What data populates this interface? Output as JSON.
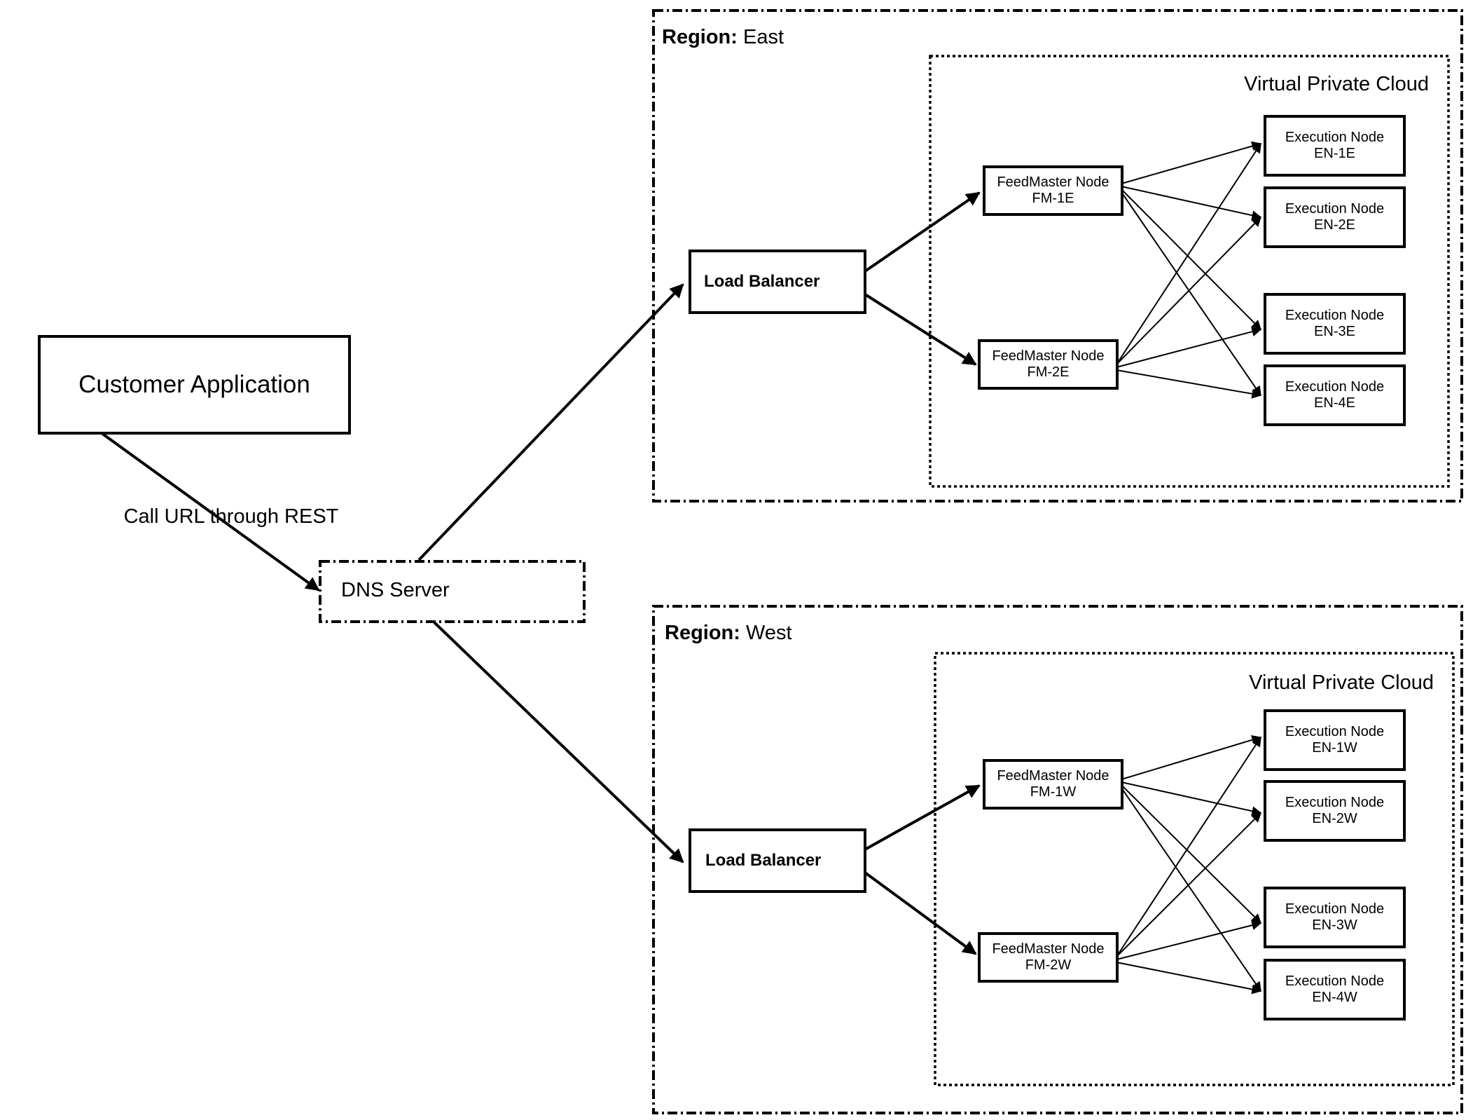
{
  "customer_app": {
    "label": "Customer Application"
  },
  "edge_label": "Call URL through REST",
  "dns": {
    "label": "DNS Server"
  },
  "regions": [
    {
      "label_bold": "Region:",
      "label_name": "East",
      "vpc_label": "Virtual Private Cloud",
      "load_balancer": "Load Balancer",
      "feedmasters": [
        {
          "title": "FeedMaster Node",
          "id": "FM-1E"
        },
        {
          "title": "FeedMaster Node",
          "id": "FM-2E"
        }
      ],
      "executions": [
        {
          "title": "Execution Node",
          "id": "EN-1E"
        },
        {
          "title": "Execution Node",
          "id": "EN-2E"
        },
        {
          "title": "Execution Node",
          "id": "EN-3E"
        },
        {
          "title": "Execution Node",
          "id": "EN-4E"
        }
      ]
    },
    {
      "label_bold": "Region:",
      "label_name": "West",
      "vpc_label": "Virtual Private Cloud",
      "load_balancer": "Load Balancer",
      "feedmasters": [
        {
          "title": "FeedMaster Node",
          "id": "FM-1W"
        },
        {
          "title": "FeedMaster Node",
          "id": "FM-2W"
        }
      ],
      "executions": [
        {
          "title": "Execution Node",
          "id": "EN-1W"
        },
        {
          "title": "Execution Node",
          "id": "EN-2W"
        },
        {
          "title": "Execution Node",
          "id": "EN-3W"
        },
        {
          "title": "Execution Node",
          "id": "EN-4W"
        }
      ]
    }
  ]
}
